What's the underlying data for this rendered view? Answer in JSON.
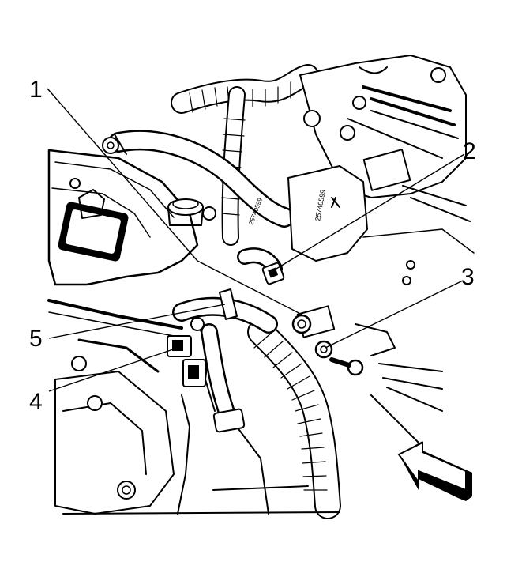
{
  "callouts": [
    {
      "label": "1"
    },
    {
      "label": "2"
    },
    {
      "label": "3"
    },
    {
      "label": "4"
    },
    {
      "label": "5"
    }
  ],
  "embossed_text": [
    "25740599",
    "25740599"
  ]
}
